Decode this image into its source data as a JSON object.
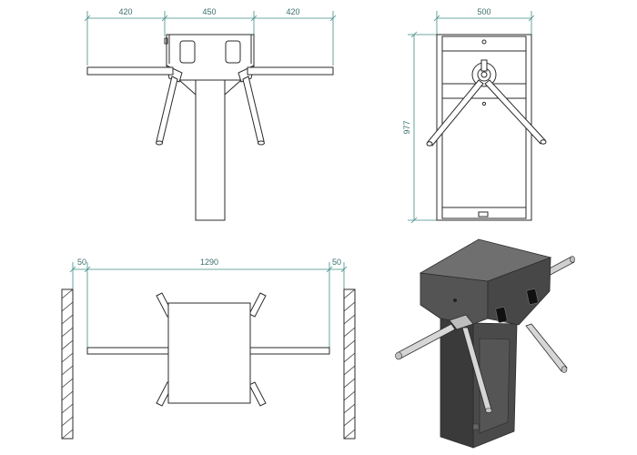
{
  "dimensions": {
    "front_left": "420",
    "front_center": "450",
    "front_right": "420",
    "side_width": "500",
    "side_height": "977",
    "plan_left_gap": "50",
    "plan_span": "1290",
    "plan_right_gap": "50"
  },
  "colors": {
    "dimension_line": "#3f8d86",
    "dimension_text": "#3a6f6b",
    "outline": "#2b2b2b",
    "body_top": "#6f6f6f",
    "body_side": "#4a4a4a",
    "body_front": "#3a3a3a",
    "arm_metal": "#c9c9c9"
  }
}
